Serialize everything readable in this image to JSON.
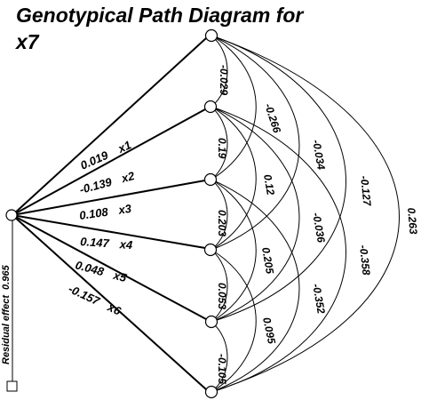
{
  "title_line1": "Genotypical Path Diagram for",
  "title_line2": "x7",
  "residual_label": "Residual effect",
  "residual_value": "0.965",
  "direct_effects": [
    {
      "variable": "x1",
      "value": "0.019"
    },
    {
      "variable": "x2",
      "value": "-0.139"
    },
    {
      "variable": "x3",
      "value": "0.108"
    },
    {
      "variable": "x4",
      "value": "0.147"
    },
    {
      "variable": "x5",
      "value": "0.048"
    },
    {
      "variable": "x6",
      "value": "-0.157"
    }
  ],
  "correlations": {
    "r12": "-0.029",
    "r23": "0.19",
    "r34": "0.203",
    "r45": "0.053",
    "r56": "-0.105",
    "r13": "-0.266",
    "r24": "0.12",
    "r35": "0.205",
    "r46": "0.095",
    "r14": "-0.034",
    "r25": "-0.036",
    "r36": "-0.352",
    "r15": "-0.127",
    "r26": "-0.358",
    "r16": "0.263"
  }
}
